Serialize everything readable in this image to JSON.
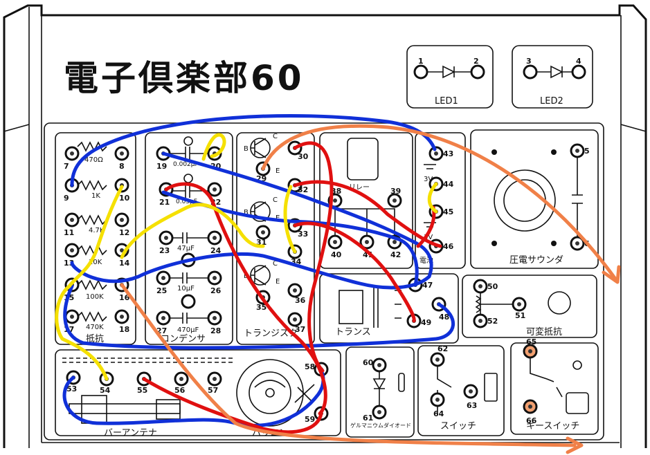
{
  "title": "電子倶楽部60",
  "led_panels": [
    {
      "label": "LED1",
      "pin_a": "1",
      "pin_b": "2"
    },
    {
      "label": "LED2",
      "pin_a": "3",
      "pin_b": "4"
    }
  ],
  "sections": {
    "resistor": "抵抗",
    "capacitor": "コンデンサ",
    "transistor": "トランジスタ",
    "relay": "リレー",
    "battery": "電池",
    "piezo": "圧電サウンダ",
    "transformer": "トランス",
    "variable_resistor": "可変抵抗",
    "bar_antenna": "バーアンテナ",
    "variable_capacitor": "バリコン",
    "diode": "ゲルマニウムダイオード",
    "switch": "スイッチ",
    "key_switch": "キースイッチ"
  },
  "component_values": {
    "r1": "470Ω",
    "r2": "1K",
    "r3": "4.7K",
    "r4": "10K",
    "r5": "100K",
    "r6": "470K",
    "c1": "0.002μF",
    "c2": "0.05μF",
    "c3": "47μF",
    "c4": "10μF",
    "c5": "470μF",
    "bat1": "3V",
    "bat2": "3V"
  },
  "terminal_numbers": [
    "1",
    "2",
    "3",
    "4",
    "5",
    "6",
    "7",
    "8",
    "9",
    "10",
    "11",
    "12",
    "13",
    "14",
    "15",
    "16",
    "17",
    "18",
    "19",
    "20",
    "21",
    "22",
    "23",
    "24",
    "25",
    "26",
    "27",
    "28",
    "29",
    "30",
    "31",
    "32",
    "33",
    "34",
    "35",
    "36",
    "37",
    "38",
    "39",
    "40",
    "41",
    "42",
    "43",
    "44",
    "45",
    "46",
    "47",
    "48",
    "49",
    "50",
    "51",
    "52",
    "53",
    "54",
    "55",
    "56",
    "57",
    "58",
    "59",
    "60",
    "61",
    "62",
    "63",
    "64",
    "65",
    "66"
  ],
  "transistor_pins": {
    "b": "B",
    "c": "C",
    "e": "E"
  },
  "colors": {
    "wire_blue": "#1030d8",
    "wire_red": "#e01010",
    "wire_yellow": "#f5e000",
    "wire_orange": "#f08048",
    "panel": "#ffffff",
    "ink": "#111111"
  }
}
